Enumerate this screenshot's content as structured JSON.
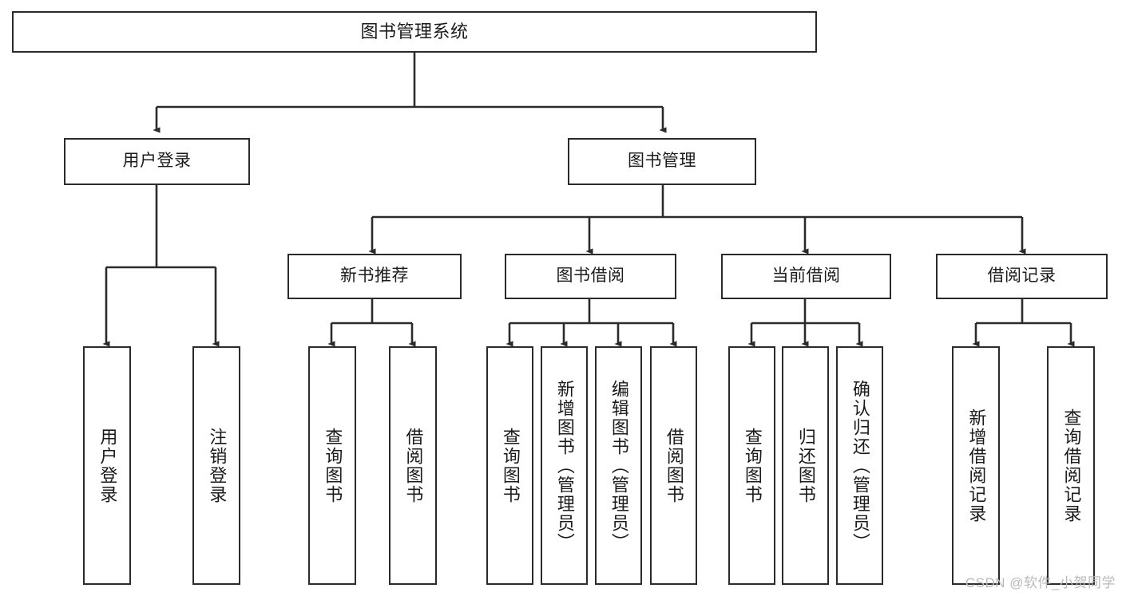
{
  "diagram": {
    "title": "图书管理系统",
    "type": "tree-hierarchy-diagram",
    "colors": {
      "stroke": "#2b2b2b",
      "fill": "#ffffff",
      "text": "#1b1b1b",
      "watermark": "#b9b9b9"
    },
    "watermark": "CSDN @软件_小贺同学",
    "nodes": {
      "root": {
        "label": "图书管理系统"
      },
      "level2": [
        {
          "label": "用户登录"
        },
        {
          "label": "图书管理"
        }
      ],
      "level3": [
        {
          "label": "新书推荐"
        },
        {
          "label": "图书借阅"
        },
        {
          "label": "当前借阅"
        },
        {
          "label": "借阅记录"
        }
      ],
      "leaves": {
        "user_login": [
          {
            "label": "用户登录"
          },
          {
            "label": "注销登录"
          }
        ],
        "new_book_recommend": [
          {
            "label": "查询图书"
          },
          {
            "label": "借阅图书"
          }
        ],
        "book_borrow": [
          {
            "label": "查询图书"
          },
          {
            "label": "新增图书（管理员）"
          },
          {
            "label": "编辑图书（管理员）"
          },
          {
            "label": "借阅图书"
          }
        ],
        "current_borrow": [
          {
            "label": "查询图书"
          },
          {
            "label": "归还图书"
          },
          {
            "label": "确认归还（管理员）"
          }
        ],
        "borrow_record": [
          {
            "label": "新增借阅记录"
          },
          {
            "label": "查询借阅记录"
          }
        ]
      }
    }
  }
}
